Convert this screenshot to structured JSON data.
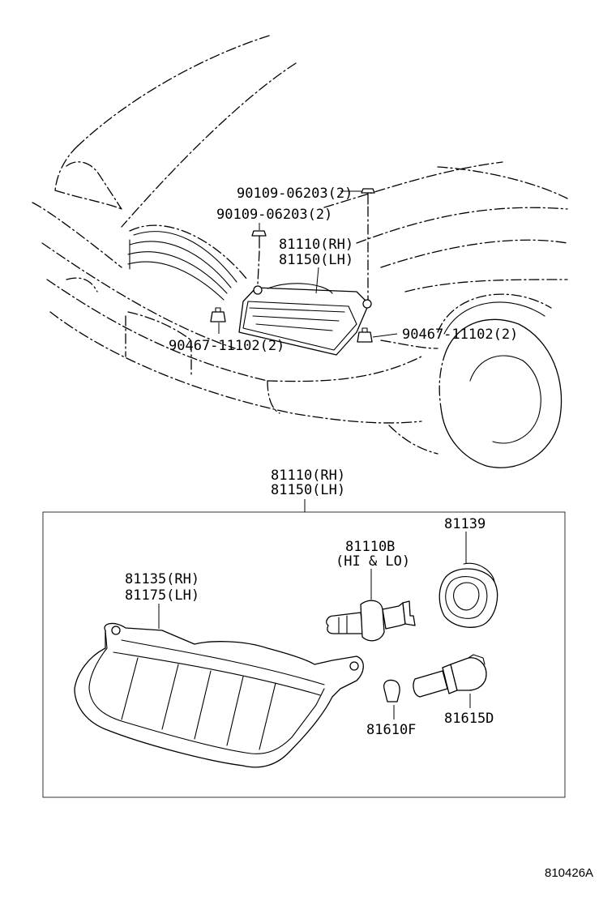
{
  "callouts": {
    "screw_a": "90109-06203(2)",
    "screw_b": "90109-06203(2)",
    "headlamp_top_rh": "81110(RH)",
    "headlamp_top_lh": "81150(LH)",
    "nut_left": "90467-11102(2)",
    "nut_right": "90467-11102(2)",
    "assy_rh": "81110(RH)",
    "assy_lh": "81150(LH)",
    "bulb_main": "81110B",
    "bulb_main_note": "(HI & LO)",
    "socket_cover": "81139",
    "unit_rh": "81135(RH)",
    "unit_lh": "81175(LH)",
    "bulb_small": "81610F",
    "bulb_socket": "81615D"
  },
  "diagram_code": "810426A"
}
